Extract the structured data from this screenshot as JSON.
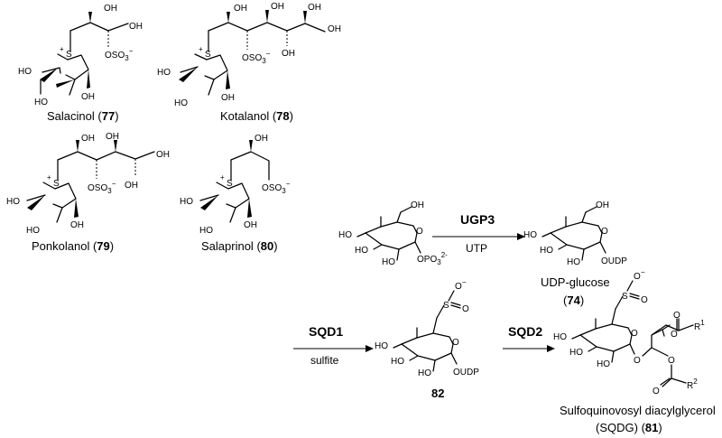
{
  "compounds": {
    "salacinol": {
      "name": "Salacinol",
      "number": "77"
    },
    "kotalanol": {
      "name": "Kotalanol",
      "number": "78"
    },
    "ponkolanol": {
      "name": "Ponkolanol",
      "number": "79"
    },
    "salaprinol": {
      "name": "Salaprinol",
      "number": "80"
    },
    "udp_glucose": {
      "name": "UDP-glucose",
      "number": "74"
    },
    "intermediate": {
      "number": "82"
    },
    "sqdg": {
      "name": "Sulfoquinovosyl diacylglycerol",
      "abbr": "(SQDG)",
      "number": "81"
    }
  },
  "reactions": [
    {
      "enzyme": "UGP3",
      "condition": "UTP"
    },
    {
      "enzyme": "SQD1",
      "condition": "sulfite"
    },
    {
      "enzyme": "SQD2",
      "condition": ""
    }
  ],
  "atoms": {
    "oh": "OH",
    "ho": "HO",
    "s": "S",
    "plus": "+",
    "o": "O",
    "oso3": "OSO",
    "three": "3",
    "minus": "−",
    "opo3": "OPO",
    "two_minus": "2-",
    "oudp": "OUDP",
    "r": "R",
    "one": "1",
    "two": "2"
  }
}
